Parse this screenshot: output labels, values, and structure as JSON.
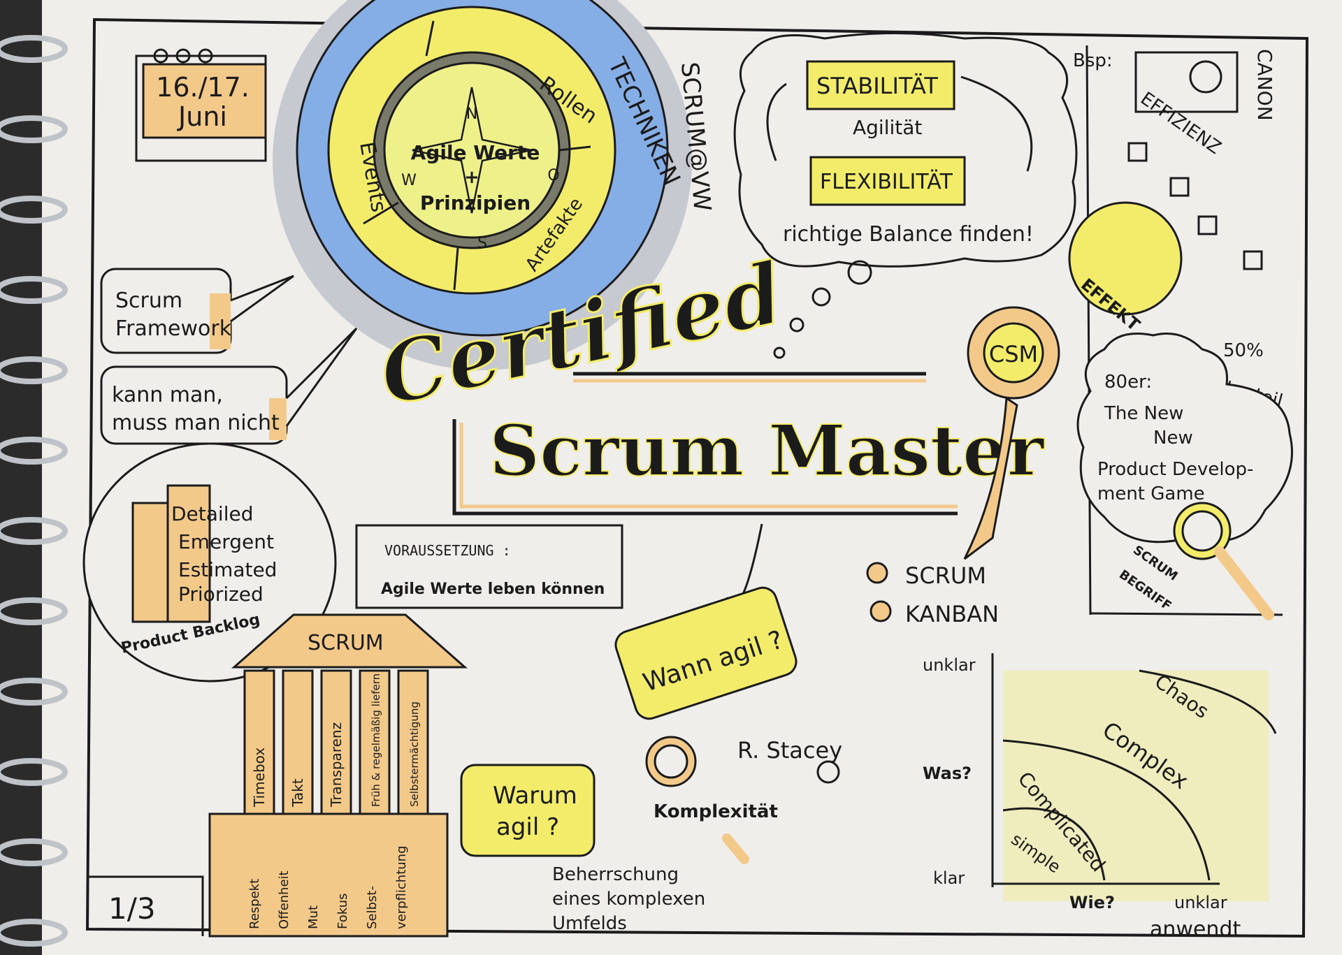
{
  "colors": {
    "paper": "#f1f0ed",
    "ink": "#1b1b1b",
    "yellow": "#f2ec6a",
    "blue": "#7ea7e3",
    "orange": "#f3c98a",
    "gray": "#b9bdc6"
  },
  "date": {
    "line1": "16./17.",
    "line2": "Juni"
  },
  "wheel": {
    "center_line1": "Agile Werte",
    "center_line2": "+",
    "center_line3": "Prinzipien",
    "north": "N",
    "south": "S",
    "west": "W",
    "east": "O",
    "rollen": "Rollen",
    "events": "Events",
    "artefakte": "Artefakte",
    "techniken": "TECHNIKEN",
    "scrum_vw": "SCRUM@VW"
  },
  "callouts": {
    "framework_line1": "Scrum",
    "framework_line2": "Framework",
    "kann_line1": "kann man,",
    "kann_line2": "muss man nicht"
  },
  "title": {
    "certified": "Certified",
    "main": "Scrum Master",
    "badge": "CSM"
  },
  "thought": {
    "stabilitaet": "STABILITÄT",
    "agilitaet": "Agilität",
    "flexibilitaet": "FLEXIBILITÄT",
    "balance": "richtige Balance finden!"
  },
  "canon": {
    "bsp": "Bsp:",
    "brand": "CANON",
    "effizienz": "EFFIZIENZ",
    "effekt": "EFFEKT",
    "marktanteil_pct": "50%",
    "marktanteil": "Marktanteil",
    "cloud_line1": "80er:",
    "cloud_line2": "The New",
    "cloud_line3": "New",
    "cloud_line4": "Product Develop-",
    "cloud_line5": "ment Game",
    "scrum_begriff_1": "SCRUM",
    "scrum_begriff_2": "BEGRIFF"
  },
  "backlog": {
    "d": "Detailed",
    "e1": "Emergent",
    "e2": "Estimated",
    "p": "Priorized",
    "label": "Product Backlog"
  },
  "voraussetzung": {
    "title": "VORAUSSETZUNG :",
    "text": "Agile Werte leben können"
  },
  "temple": {
    "roof": "SCRUM",
    "pillars": [
      "Timebox",
      "Takt",
      "Transparenz",
      "Früh & regelmäßig liefern",
      "Selbstermächtigung"
    ],
    "values": [
      "Respekt",
      "Offenheit",
      "Mut",
      "Fokus",
      "Selbst-",
      "verpflichtung"
    ]
  },
  "page_number": "1/3",
  "middle": {
    "wann": "Wann agil ?",
    "warum_line1": "Warum",
    "warum_line2": "agil ?",
    "stacey": "R. Stacey",
    "komplexitaet": "Komplexität",
    "beherrschung_1": "Beherrschung",
    "beherrschung_2": "eines komplexen",
    "beherrschung_3": "Umfelds"
  },
  "methods": {
    "scrum": "SCRUM",
    "kanban": "KANBAN"
  },
  "stacey_chart": {
    "y_top": "unklar",
    "y_question": "Was?",
    "y_bottom": "klar",
    "x_question": "Wie?",
    "x_right": "unklar",
    "chaos": "Chaos",
    "complex": "Complex",
    "complicated": "Complicated",
    "simple": "simple"
  },
  "signature": "anwendt"
}
